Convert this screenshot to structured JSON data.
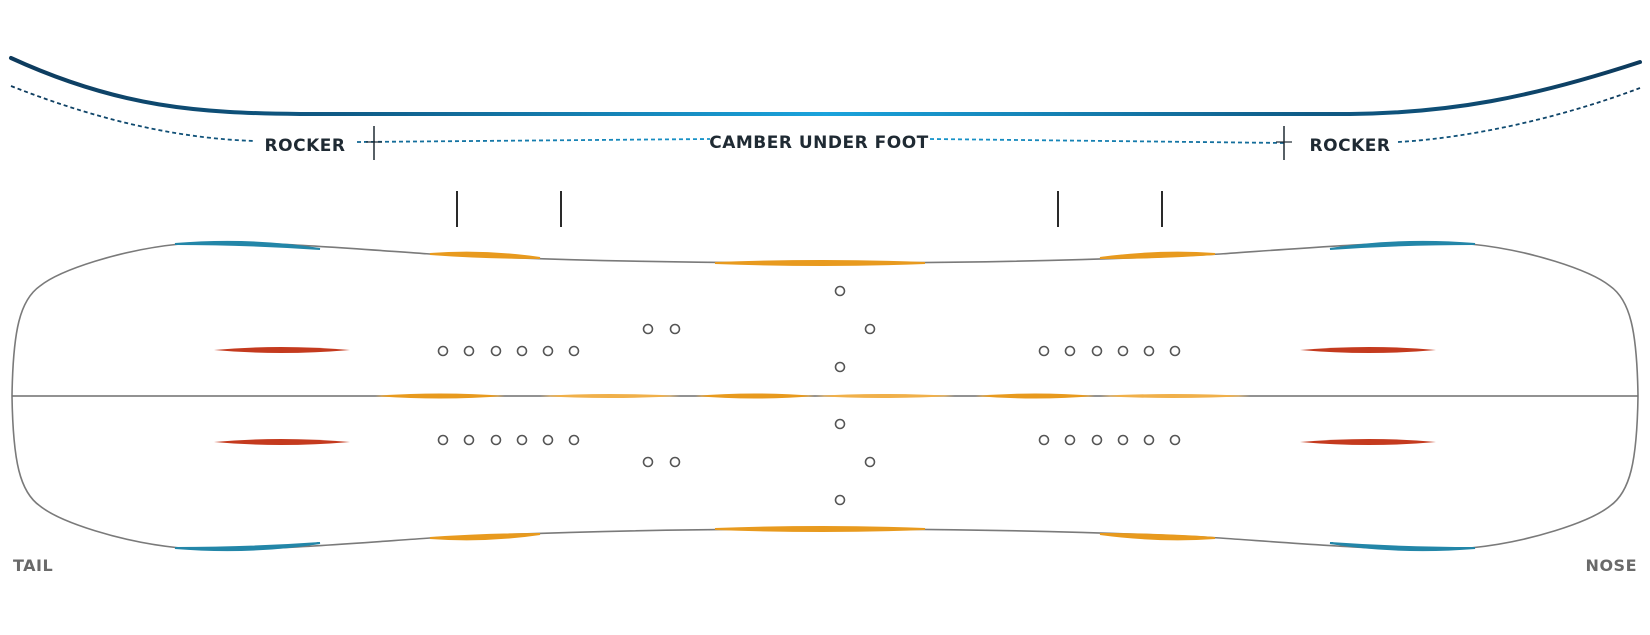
{
  "profile": {
    "labels": {
      "rocker_tail": "ROCKER",
      "camber": "CAMBER UNDER FOOT",
      "rocker_nose": "ROCKER"
    }
  },
  "board": {
    "tail_label": "TAIL",
    "nose_label": "NOSE"
  },
  "colors": {
    "profile_dark": "#0d3a5c",
    "profile_light": "#1aa3dc",
    "edge_blue": "#2386a8",
    "edge_orange": "#e89a1e",
    "inner_red": "#c43a1e",
    "outline": "#7a7a7a",
    "insert": "#555555"
  }
}
